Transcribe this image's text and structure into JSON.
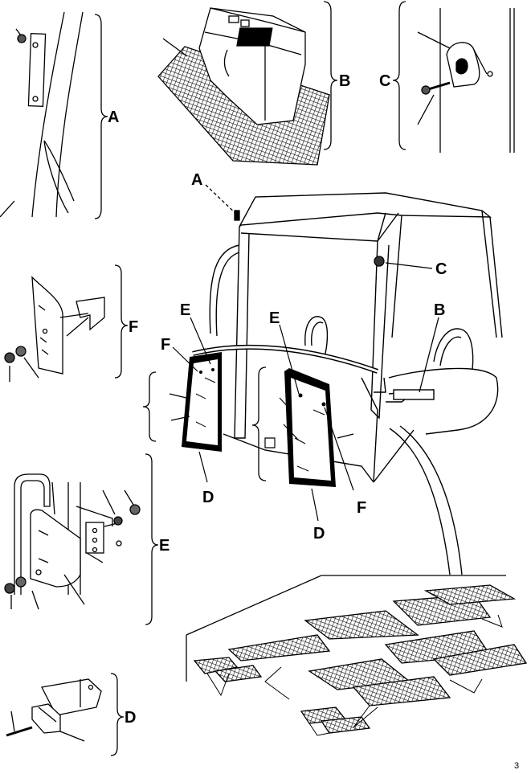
{
  "labels": {
    "A_detail": "A",
    "B_detail": "B",
    "C_detail": "C",
    "F_detail": "F",
    "E_detail": "E",
    "D_detail": "D",
    "A_cab": "A",
    "C_cab": "C",
    "B_cab": "B",
    "E_left": "E",
    "F_left": "F",
    "D_left": "D",
    "E_right": "E",
    "F_right": "F",
    "D_right": "D"
  },
  "page_mark": "3",
  "colors": {
    "ink": "#000000",
    "paper": "#ffffff",
    "hatch": "#1a1a1a"
  }
}
